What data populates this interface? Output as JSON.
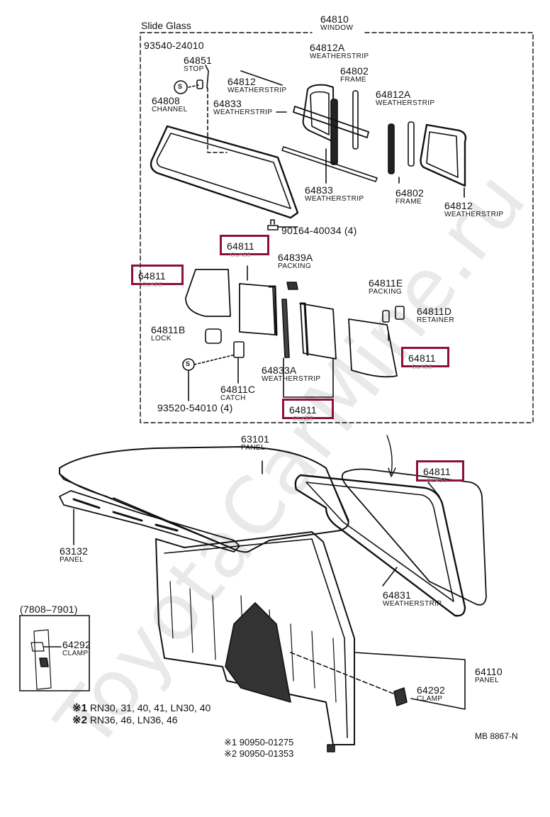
{
  "watermark": "ToyotaCarMine.ru",
  "header": {
    "slide_glass": "Slide Glass",
    "window_num": "64810",
    "window_name": "WINDOW"
  },
  "parts": {
    "p93540": "93540-24010",
    "p64851": "64851",
    "p64851n": "STOP",
    "p64808": "64808",
    "p64808n": "CHANNEL",
    "p64812a": "64812",
    "p64812an": "WEATHERSTRIP",
    "p64833a": "64833",
    "p64833an": "WEATHERSTRIP",
    "p64812A1": "64812A",
    "p64812A1n": "WEATHERSTRIP",
    "p64802a": "64802",
    "p64802an": "FRAME",
    "p64812A2": "64812A",
    "p64812A2n": "WEATHERSTRIP",
    "p64833b": "64833",
    "p64833bn": "WEATHERSTRIP",
    "p64802b": "64802",
    "p64802bn": "FRAME",
    "p64812b": "64812",
    "p64812bn": "WEATHERSTRIP",
    "p90164": "90164-40034 (4)",
    "p64839A": "64839A",
    "p64839An": "PACKING",
    "p64811E": "64811E",
    "p64811En": "PACKING",
    "p64811D": "64811D",
    "p64811Dn": "RETAINER",
    "p64811B": "64811B",
    "p64811Bn": "LOCK",
    "p64811C": "64811C",
    "p64811Cn": "CATCH",
    "p64833A": "64833A",
    "p64833An": "WEATHERSTRIP",
    "p93520": "93520-54010 (4)",
    "p63101": "63101",
    "p63101n": "PANEL",
    "p63132": "63132",
    "p63132n": "PANEL",
    "p64831": "64831",
    "p64831n": "WEATHERSTRIP",
    "p7808": "(7808–7901)",
    "p64292a": "64292",
    "p64292an": "CLAMP",
    "p64110": "64110",
    "p64110n": "PANEL",
    "p64292b": "64292",
    "p64292bn": "CLAMP",
    "s_label": "S"
  },
  "highlighted": {
    "glass": "64811",
    "glass_sub": "GLASS"
  },
  "notes": {
    "m1": "※1",
    "n1": "RN30, 31, 40, 41, LN30, 40",
    "m2": "※2",
    "n2": "RN36, 46, LN36, 46",
    "b1": "※1  90950-01275",
    "b2": "※2  90950-01353",
    "code": "MB 8867-N"
  }
}
